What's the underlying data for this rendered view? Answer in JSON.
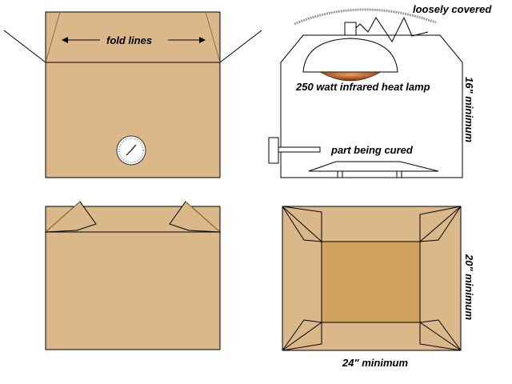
{
  "labels": {
    "fold_lines": "fold lines",
    "loosely_covered": "loosely covered",
    "heat_lamp": "250 watt infrared heat lamp",
    "height_min": "16\" minimum",
    "part_cured": "part being cured",
    "depth_min": "20\" minimum",
    "width_min": "24\" minimum"
  },
  "colors": {
    "cardboard": "#dab88a",
    "cardboard_dark": "#cfa25e",
    "lamp_glow": "#a0501e",
    "lamp_dome": "#ffffff",
    "cover_arc": "#9a9a9a"
  }
}
